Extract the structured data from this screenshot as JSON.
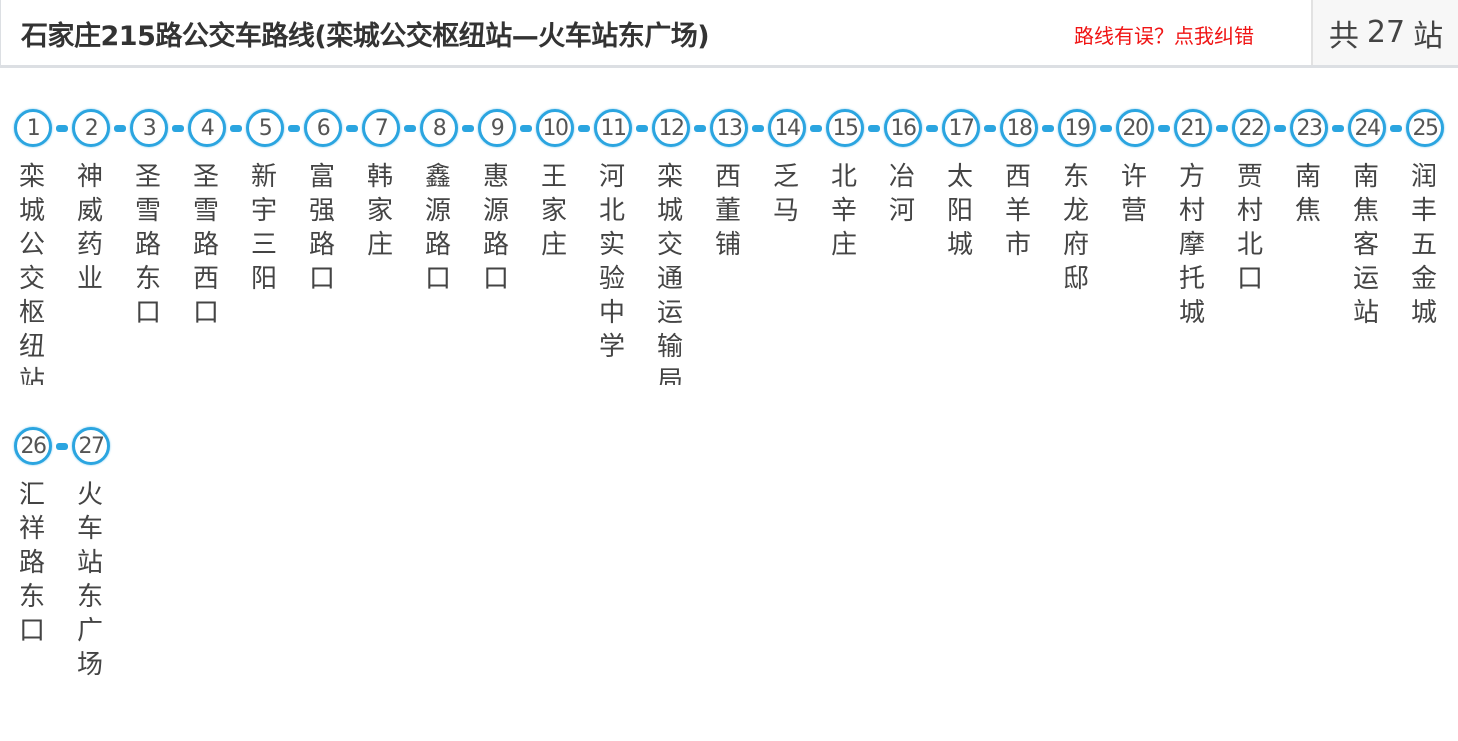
{
  "header": {
    "title": "石家庄215路公交车路线(栾城公交枢纽站—火车站东广场)",
    "report_link": "路线有误？点我纠错",
    "count_prefix": "共",
    "count_value": "27",
    "count_suffix": "站"
  },
  "colors": {
    "accent": "#2ba5e0",
    "link": "#f01414",
    "text": "#444444"
  },
  "stations": [
    {
      "num": "1",
      "name": "栾城公交枢纽站"
    },
    {
      "num": "2",
      "name": "神威药业"
    },
    {
      "num": "3",
      "name": "圣雪路东口"
    },
    {
      "num": "4",
      "name": "圣雪路西口"
    },
    {
      "num": "5",
      "name": "新宇三阳"
    },
    {
      "num": "6",
      "name": "富强路口"
    },
    {
      "num": "7",
      "name": "韩家庄"
    },
    {
      "num": "8",
      "name": "鑫源路口"
    },
    {
      "num": "9",
      "name": "惠源路口"
    },
    {
      "num": "10",
      "name": "王家庄"
    },
    {
      "num": "11",
      "name": "河北实验中学"
    },
    {
      "num": "12",
      "name": "栾城交通运输局"
    },
    {
      "num": "13",
      "name": "西董铺"
    },
    {
      "num": "14",
      "name": "乏马"
    },
    {
      "num": "15",
      "name": "北辛庄"
    },
    {
      "num": "16",
      "name": "冶河"
    },
    {
      "num": "17",
      "name": "太阳城"
    },
    {
      "num": "18",
      "name": "西羊市"
    },
    {
      "num": "19",
      "name": "东龙府邸"
    },
    {
      "num": "20",
      "name": "许营"
    },
    {
      "num": "21",
      "name": "方村摩托城"
    },
    {
      "num": "22",
      "name": "贾村北口"
    },
    {
      "num": "23",
      "name": "南焦"
    },
    {
      "num": "24",
      "name": "南焦客运站"
    },
    {
      "num": "25",
      "name": "润丰五金城"
    },
    {
      "num": "26",
      "name": "汇祥路东口"
    },
    {
      "num": "27",
      "name": "火车站东广场"
    }
  ]
}
